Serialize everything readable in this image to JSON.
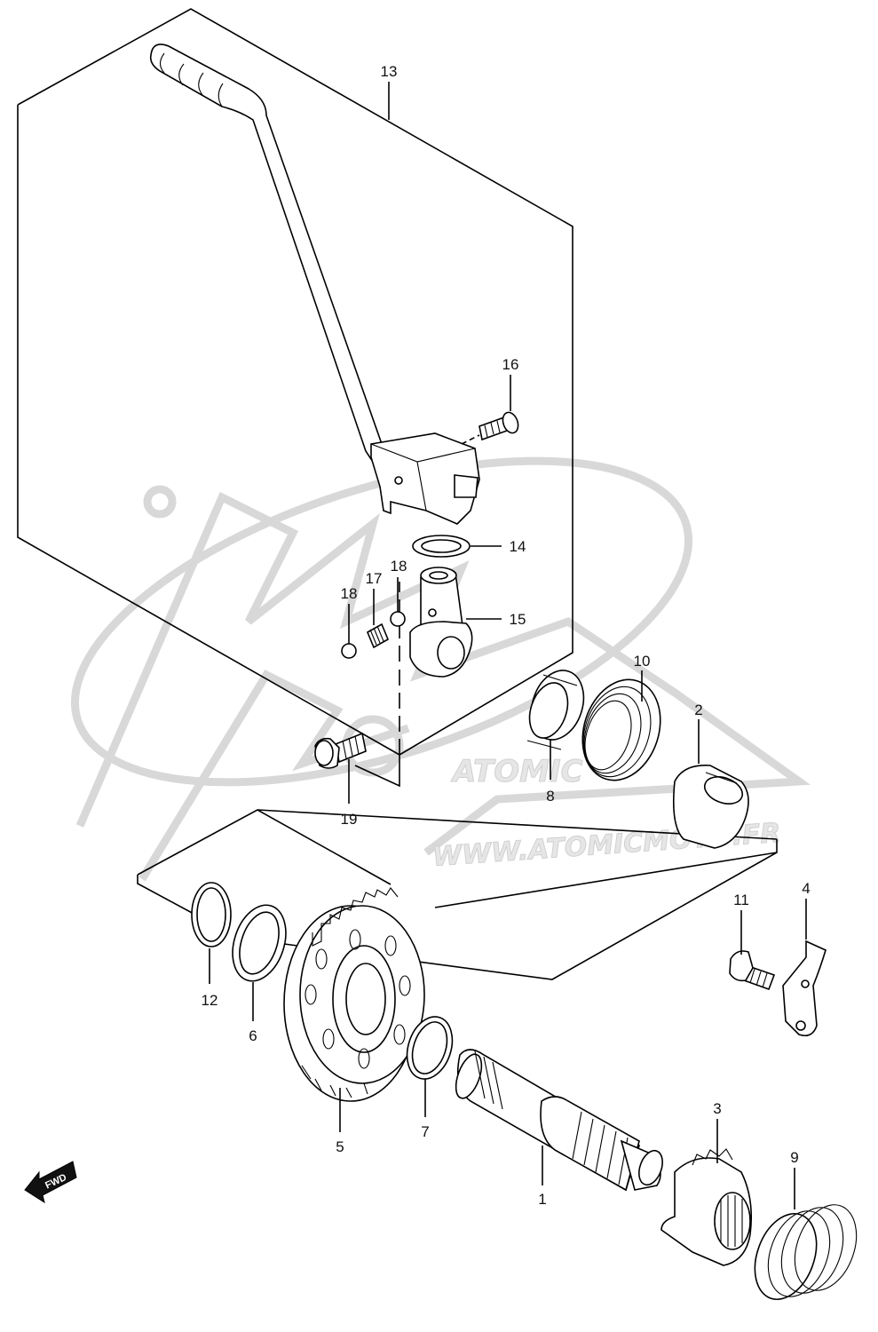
{
  "diagram": {
    "watermark_url": "WWW.ATOMICMOTO.FR",
    "watermark_logo": "ATOMIC",
    "direction_marker": "FWD",
    "callouts": [
      {
        "id": "c13",
        "label": "13"
      },
      {
        "id": "c16",
        "label": "16"
      },
      {
        "id": "c14",
        "label": "14"
      },
      {
        "id": "c18a",
        "label": "18"
      },
      {
        "id": "c17",
        "label": "17"
      },
      {
        "id": "c18b",
        "label": "18"
      },
      {
        "id": "c15",
        "label": "15"
      },
      {
        "id": "c10",
        "label": "10"
      },
      {
        "id": "c2",
        "label": "2"
      },
      {
        "id": "c8",
        "label": "8"
      },
      {
        "id": "c19",
        "label": "19"
      },
      {
        "id": "c11",
        "label": "11"
      },
      {
        "id": "c4",
        "label": "4"
      },
      {
        "id": "c12",
        "label": "12"
      },
      {
        "id": "c6",
        "label": "6"
      },
      {
        "id": "c5",
        "label": "5"
      },
      {
        "id": "c7",
        "label": "7"
      },
      {
        "id": "c1",
        "label": "1"
      },
      {
        "id": "c3",
        "label": "3"
      },
      {
        "id": "c9",
        "label": "9"
      }
    ]
  }
}
